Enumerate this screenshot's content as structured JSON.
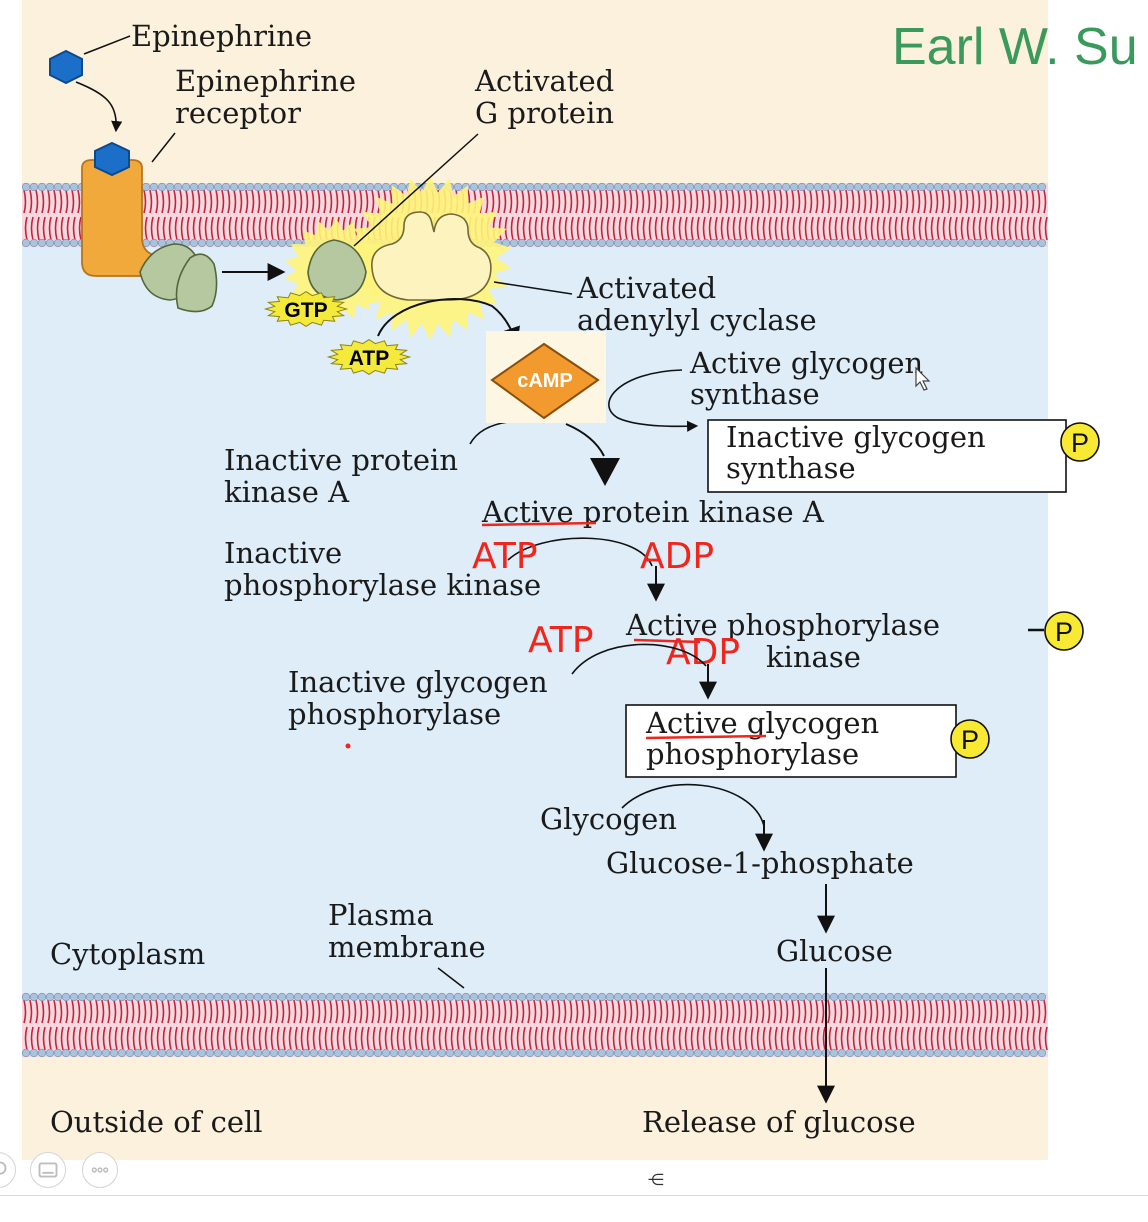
{
  "title": "Earl W. Su",
  "colors": {
    "outside_bg": "#fcf1dc",
    "cytoplasm_bg": "#deedf8",
    "membrane": "#c8213e",
    "membrane_bead": "#a9c3dd",
    "receptor": "#f0a93a",
    "epinephrine": "#1c6fc9",
    "g_protein": "#b6c89f",
    "adenylyl_cyclase": "#fdf3bf",
    "glow": "#fff47a",
    "badge": "#f4ea3c",
    "camp": "#f29a2e",
    "red_annotation": "#f0251c",
    "title_green": "#3a9a5c",
    "p_circle": "#f8e932"
  },
  "labels": {
    "epinephrine": "Epinephrine",
    "receptor_1": "Epinephrine",
    "receptor_2": "receptor",
    "gprotein_1": "Activated",
    "gprotein_2": "G protein",
    "cyclase_1": "Activated",
    "cyclase_2": "adenylyl cyclase",
    "active_synthase_1": "Active glycogen",
    "active_synthase_2": "synthase",
    "inactive_synthase_1": "Inactive glycogen",
    "inactive_synthase_2": "synthase",
    "inactive_pka_1": "Inactive protein",
    "inactive_pka_2": "kinase A",
    "active_pka": "Active protein kinase A",
    "inactive_phk_1": "Inactive",
    "inactive_phk_2": "phosphorylase kinase",
    "active_phk_1": "Active phosphorylase",
    "active_phk_2": "kinase",
    "inactive_gp_1": "Inactive glycogen",
    "inactive_gp_2": "phosphorylase",
    "active_gp_1": "Active glycogen",
    "active_gp_2": "phosphorylase",
    "glycogen": "Glycogen",
    "g1p": "Glucose-1-phosphate",
    "glucose": "Glucose",
    "cytoplasm": "Cytoplasm",
    "plasma_1": "Plasma",
    "plasma_2": "membrane",
    "outside": "Outside of cell",
    "release": "Release of glucose"
  },
  "molecules": {
    "gtp": "GTP",
    "atp": "ATP",
    "camp": "cAMP",
    "phosphate": "P"
  },
  "annotations": {
    "atp_1": "ATP",
    "adp_1": "ADP",
    "atp_2": "ATP",
    "adp_2": "ADP"
  },
  "player_controls": {
    "cc_glyph": "⋲"
  }
}
